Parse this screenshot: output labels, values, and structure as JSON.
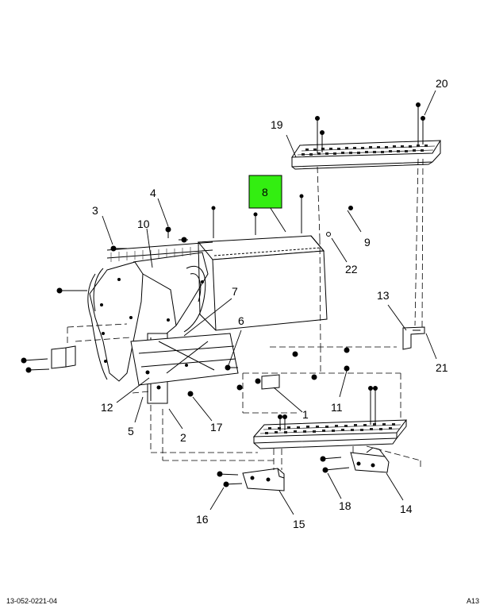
{
  "callouts": {
    "c1": "1",
    "c2": "2",
    "c3": "3",
    "c4": "4",
    "c5": "5",
    "c6": "6",
    "c7": "7",
    "c8": "8",
    "c9": "9",
    "c10": "10",
    "c11": "11",
    "c12": "12",
    "c13": "13",
    "c14": "14",
    "c15": "15",
    "c16": "16",
    "c17": "17",
    "c18": "18",
    "c19": "19",
    "c20": "20",
    "c21": "21",
    "c22": "22"
  },
  "highlight": {
    "color": "#33ee11",
    "callout": "8"
  },
  "footer": {
    "left": "13-052-0221-04",
    "right": "A13"
  }
}
